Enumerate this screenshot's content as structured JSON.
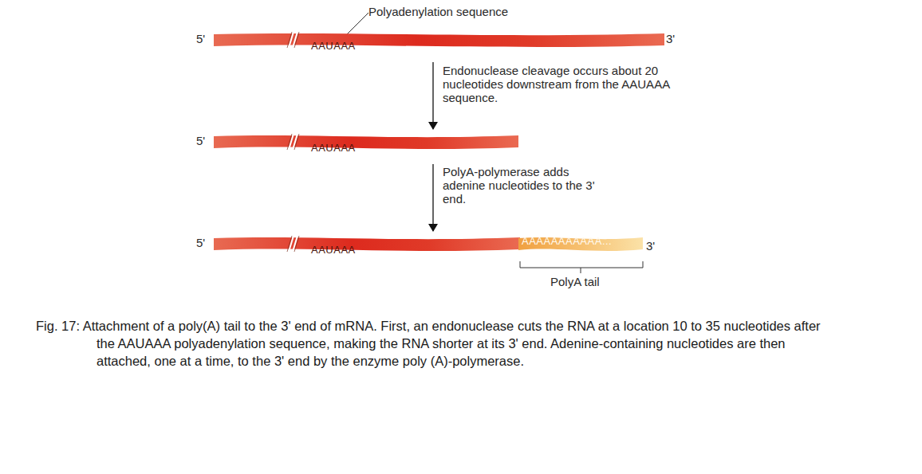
{
  "diagram": {
    "caption": "Fig. 17: Attachment of a poly(A) tail to the 3' end of mRNA. First, an endonuclease cuts the RNA at a location 10 to 35 nucleotides after the AAUAAA polyadenylation sequence, making the RNA shorter at its 3' end. Adenine-containing nucleotides are then attached, one at a time, to the 3' end by the enzyme poly (A)-polymerase.",
    "nodes": [
      {
        "text": [
          "AAUAAA"
        ]
      },
      {
        "text": [
          "AAUAAA"
        ]
      },
      {
        "text": [
          "AAUAAA"
        ]
      },
      {
        "text": [
          "AAAAAAAAAAA..."
        ]
      }
    ],
    "edges": [
      {
        "from": 0,
        "to": 1,
        "arrow": "to",
        "label": "Endonuclease cleavage occurs about 20 nucleotides downstream from the AAUAAA sequence."
      },
      {
        "from": 1,
        "to": 2,
        "arrow": "to",
        "label": "PolyA-polymerase adds adenine nucleotides to the 3' end."
      }
    ],
    "labels": [
      "Polyadenylation sequence",
      "5'",
      "3'",
      "5'",
      "5'",
      "3'",
      "PolyA tail"
    ]
  }
}
